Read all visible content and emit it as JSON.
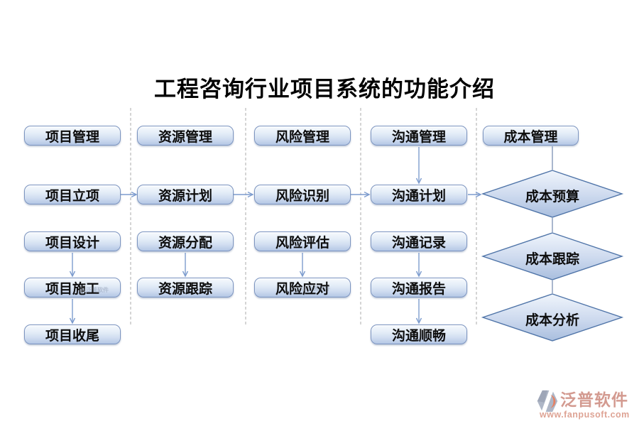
{
  "title": "工程咨询行业项目系统的功能介绍",
  "columns": [
    {
      "id": "project-management",
      "header": "项目管理",
      "nodes": [
        "项目立项",
        "项目设计",
        "项目施工",
        "项目收尾"
      ]
    },
    {
      "id": "resource-management",
      "header": "资源管理",
      "nodes": [
        "资源计划",
        "资源分配",
        "资源跟踪"
      ]
    },
    {
      "id": "risk-management",
      "header": "风险管理",
      "nodes": [
        "风险识别",
        "风险评估",
        "风险应对"
      ]
    },
    {
      "id": "communication-management",
      "header": "沟通管理",
      "nodes": [
        "沟通计划",
        "沟通记录",
        "沟通报告",
        "沟通顺畅"
      ]
    },
    {
      "id": "cost-management",
      "header": "成本管理",
      "diamonds": [
        "成本预算",
        "成本跟踪",
        "成本分析"
      ]
    }
  ],
  "flow_row_sequence": [
    "项目立项",
    "资源计划",
    "风险识别",
    "沟通计划",
    "成本预算"
  ],
  "branding": {
    "name": "泛普软件",
    "url": "www.fanpusoft.com",
    "watermark": "泛普软件"
  },
  "colors": {
    "node_border": "#7b94c0",
    "node_fill_top": "#f7fafd",
    "node_fill_bottom": "#b4c7e5",
    "diamond_border": "#4f74a8",
    "diamond_fill_top": "#f0f5fc",
    "diamond_fill_bottom": "#a9bede",
    "arrow": "#7d9cce",
    "plain_connector": "#6f87ad",
    "dashed_separator": "#ababab",
    "title_text": "#000000",
    "brand_salmon": "#c98275",
    "brand_url": "#d68d7a",
    "brand_orange": "#e0623e",
    "brand_gray_blue": "#9aa5b8"
  }
}
